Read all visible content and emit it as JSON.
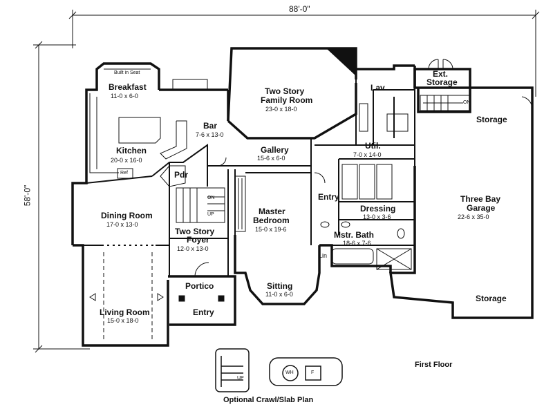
{
  "dimensions": {
    "width": "88'-0\"",
    "depth": "58'-0\""
  },
  "rooms": {
    "breakfast": {
      "name": "Breakfast",
      "size": "11-0 x 6-0",
      "note": "Built in Seat"
    },
    "kitchen": {
      "name": "Kitchen",
      "size": "20-0 x 16-0",
      "ref": "Ref"
    },
    "bar": {
      "name": "Bar",
      "size": "7-6 x 13-0"
    },
    "family": {
      "name1": "Two Story",
      "name2": "Family Room",
      "size": "23-0 x 18-0"
    },
    "gallery": {
      "name": "Gallery",
      "size": "15-6 x 6-0"
    },
    "pdr": {
      "name": "Pdr"
    },
    "dining": {
      "name": "Dining Room",
      "size": "17-0 x 13-0"
    },
    "foyer": {
      "name1": "Two Story",
      "name2": "Foyer",
      "size": "12-0 x 13-0"
    },
    "master": {
      "name1": "Master",
      "name2": "Bedroom",
      "size": "15-0 x 19-6"
    },
    "sitting": {
      "name": "Sitting",
      "size": "11-0 x 6-0"
    },
    "portico": {
      "name": "Portico"
    },
    "front_entry": {
      "name": "Entry"
    },
    "living": {
      "name": "Living Room",
      "size": "15-0 x 18-0"
    },
    "lav": {
      "name": "Lav."
    },
    "ext_storage": {
      "name1": "Ext.",
      "name2": "Storage"
    },
    "storage_top": {
      "name": "Storage"
    },
    "util": {
      "name": "Util.",
      "size": "7-0 x 14-0"
    },
    "side_entry": {
      "name": "Entry"
    },
    "dressing": {
      "name": "Dressing",
      "size": "13-0 x 3-6"
    },
    "mstr_bath": {
      "name": "Mstr. Bath",
      "size": "18-6 x 7-6"
    },
    "lin": {
      "name": "Lin"
    },
    "garage": {
      "name1": "Three Bay",
      "name2": "Garage",
      "size": "22-6 x 35-0"
    },
    "storage_bottom": {
      "name": "Storage"
    }
  },
  "stairs": {
    "on": "ON",
    "up": "UP"
  },
  "appliances": {
    "washer": "WH",
    "furnace": "F"
  },
  "captions": {
    "floor": "First Floor",
    "optional": "Optional Crawl/Slab Plan"
  }
}
